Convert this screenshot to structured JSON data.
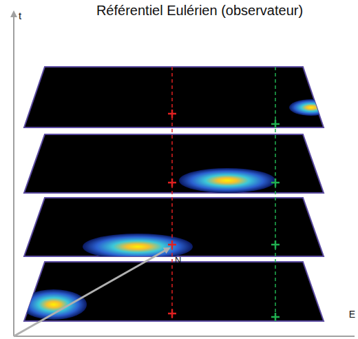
{
  "diagram": {
    "title": "Référentiel Eulérien (observateur)",
    "labels": [
      "t",
      "N",
      "E"
    ]
  }
}
